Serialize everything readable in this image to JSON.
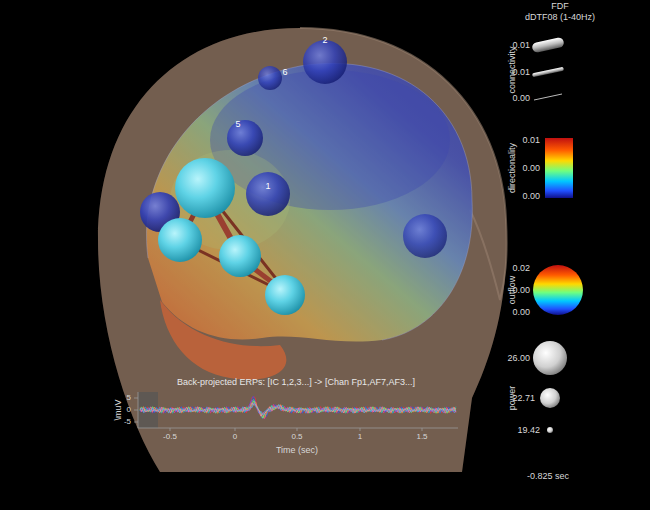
{
  "diagram": {
    "labels": [
      "FDF",
      "dDTF08 (1-40Hz)",
      "connectivity",
      "0.01",
      "0.01",
      "0.00",
      "directionality",
      "0.01",
      "0.00",
      "0.00",
      "outflow",
      "0.02",
      "0.00",
      "0.00",
      "power",
      "26.00",
      "22.71",
      "19.42",
      "-0.825 sec",
      "2",
      "6",
      "5",
      "1",
      "Back-projected ERPs: [IC 1,2,3...] -> [Chan Fp1,AF7,AF3...]",
      "\\muV",
      "5",
      "0",
      "-5",
      "-0.5",
      "0",
      "0.5",
      "1",
      "1.5",
      "Time (sec)"
    ]
  }
}
